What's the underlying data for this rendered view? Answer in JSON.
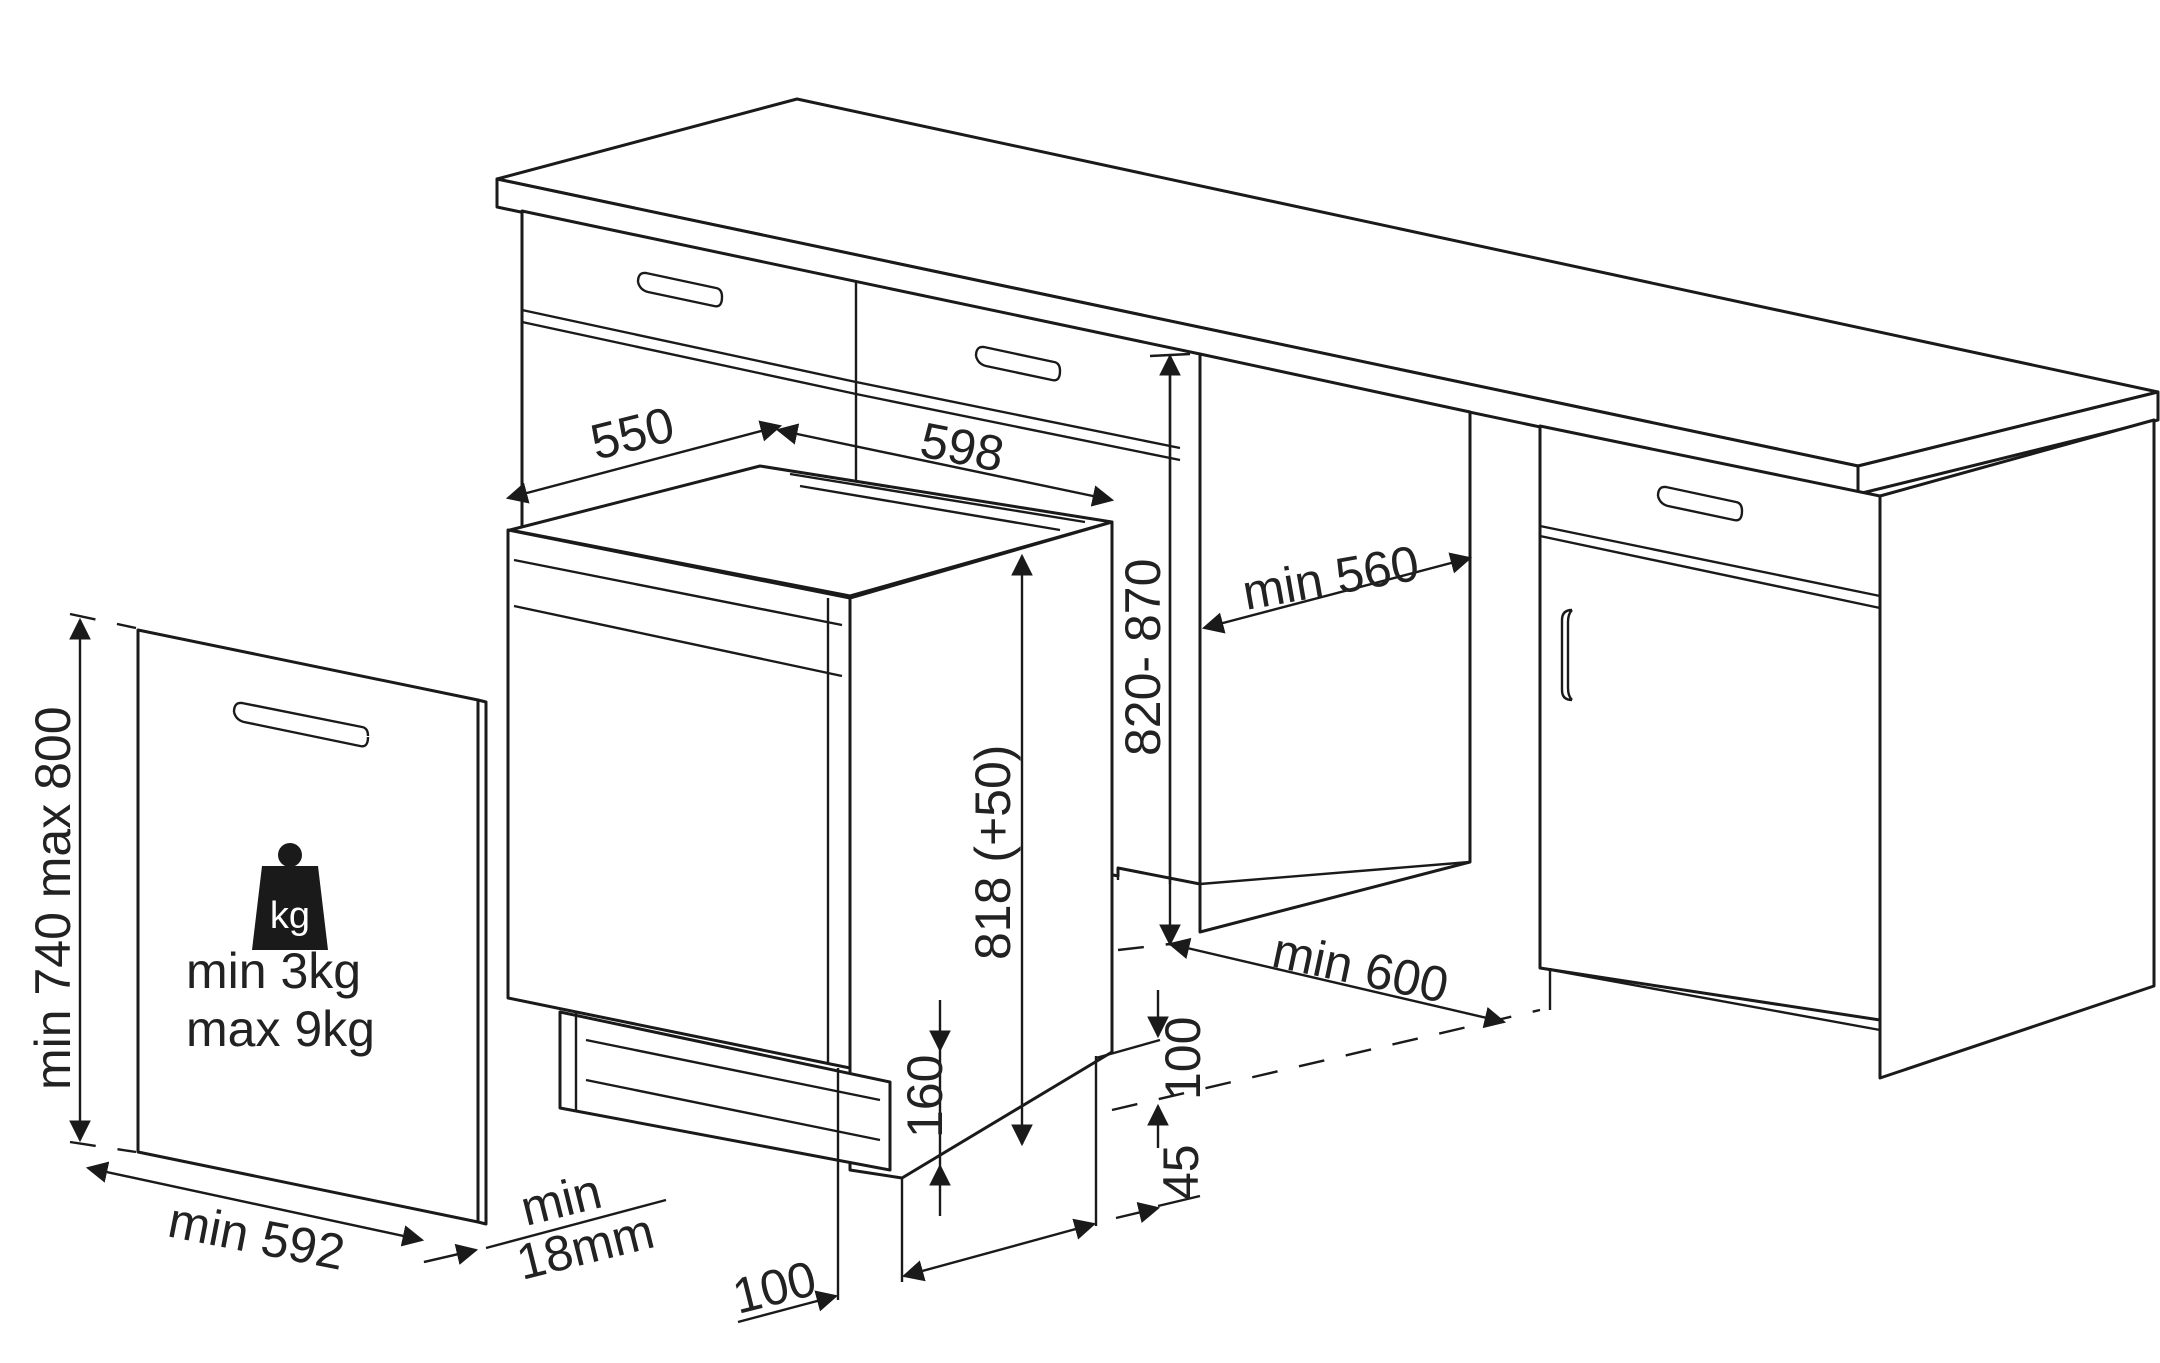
{
  "labels": {
    "depth": "550",
    "width": "598",
    "cabinet_height": "820- 870",
    "appliance_height": "818 (+50)",
    "niche_width": "min 560",
    "niche_depth": "min 600",
    "panel_height": "min 740 max 800",
    "panel_width": "min 592",
    "panel_thickness_1": "min",
    "panel_thickness_2": "18mm",
    "weight_min": "min  3kg",
    "weight_max": "max 9kg",
    "weight_unit": "kg",
    "plinth_height": "160",
    "plinth_clearance": "100",
    "front_offset": "100",
    "foot_height": "45"
  },
  "colors": {
    "line": "#1a1a1a",
    "background": "#ffffff",
    "icon": "#1a1a1a"
  },
  "icons": [
    "weight-icon"
  ]
}
